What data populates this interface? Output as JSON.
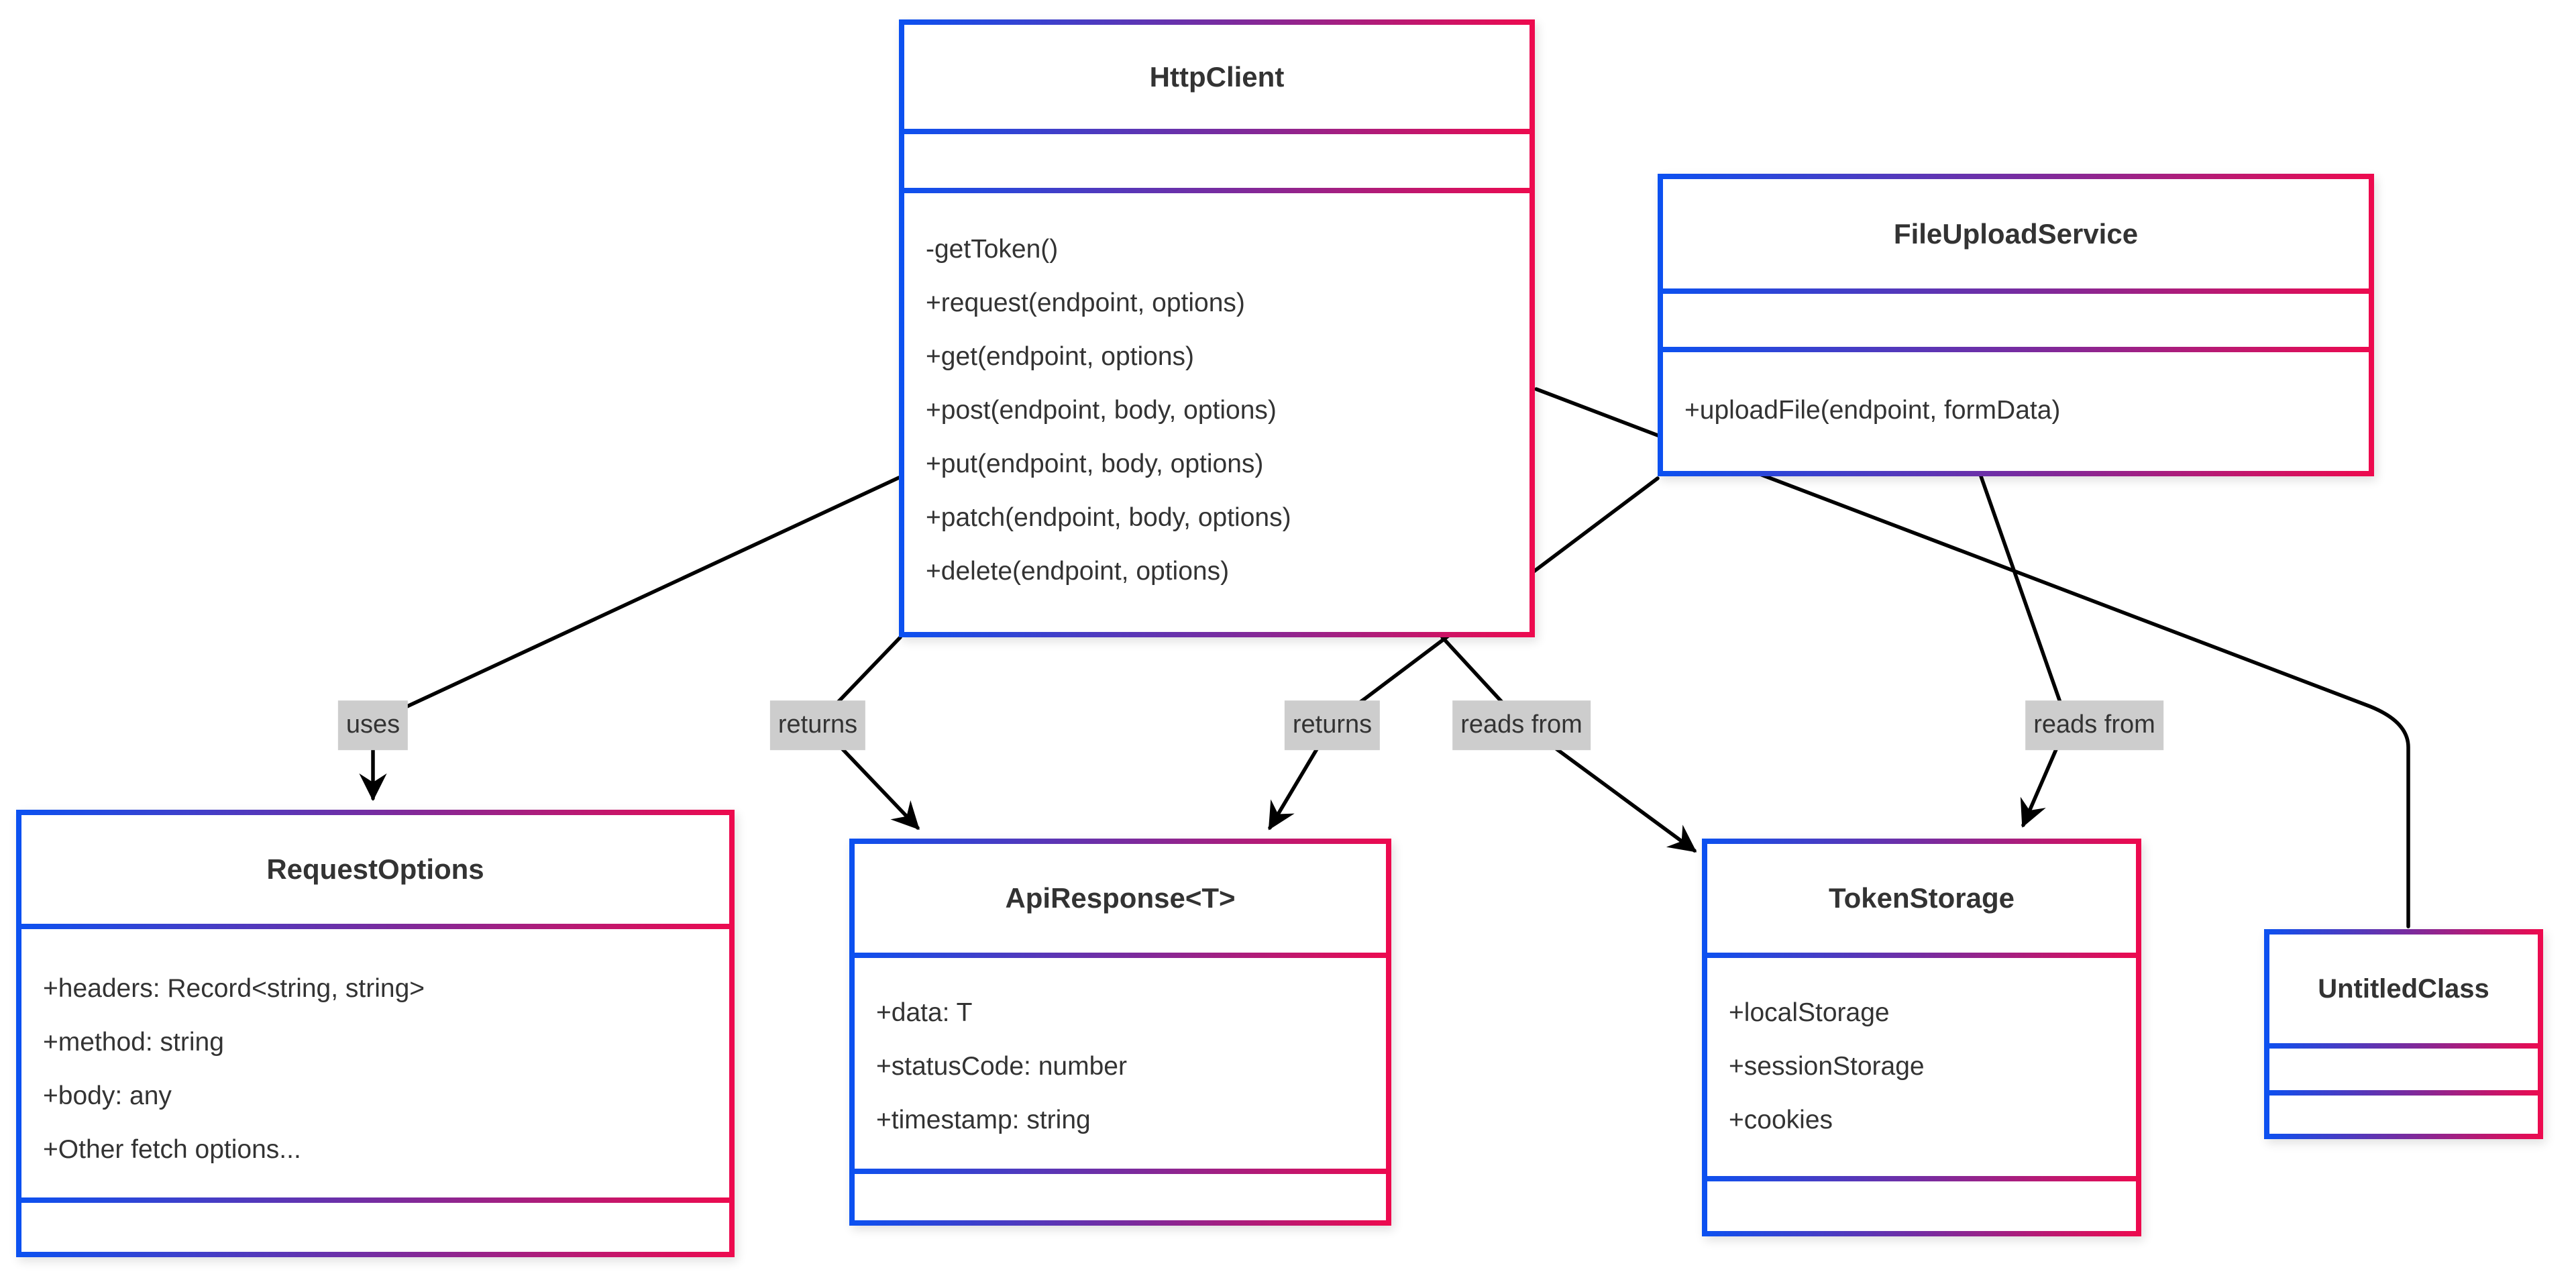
{
  "diagram": {
    "type": "uml-class-diagram",
    "classes": [
      {
        "name": "HttpClient",
        "attributes": [],
        "methods": [
          "-getToken()",
          "+request(endpoint, options)",
          "+get(endpoint, options)",
          "+post(endpoint, body, options)",
          "+put(endpoint, body, options)",
          "+patch(endpoint, body, options)",
          "+delete(endpoint, options)"
        ]
      },
      {
        "name": "FileUploadService",
        "attributes": [],
        "methods": [
          "+uploadFile(endpoint, formData)"
        ]
      },
      {
        "name": "RequestOptions",
        "attributes": [
          "+headers: Record<string, string>",
          "+method: string",
          "+body: any",
          "+Other fetch options..."
        ],
        "methods": []
      },
      {
        "name": "ApiResponse<T>",
        "attributes": [
          "+data: T",
          "+statusCode: number",
          "+timestamp: string"
        ],
        "methods": []
      },
      {
        "name": "TokenStorage",
        "attributes": [
          "+localStorage",
          "+sessionStorage",
          "+cookies"
        ],
        "methods": []
      },
      {
        "name": "UntitledClass",
        "attributes": [],
        "methods": []
      }
    ],
    "edges": [
      {
        "from": "HttpClient",
        "to": "RequestOptions",
        "label": "uses"
      },
      {
        "from": "HttpClient",
        "to": "ApiResponse<T>",
        "label": "returns"
      },
      {
        "from": "FileUploadService",
        "to": "ApiResponse<T>",
        "label": "returns"
      },
      {
        "from": "HttpClient",
        "to": "TokenStorage",
        "label": "reads from"
      },
      {
        "from": "FileUploadService",
        "to": "TokenStorage",
        "label": "reads from"
      },
      {
        "from": "HttpClient",
        "to": "UntitledClass",
        "label": ""
      }
    ],
    "colors": {
      "border_gradient_start": "#0b51f1",
      "border_gradient_mid": "#7a2b9e",
      "border_gradient_end": "#ee0a4e",
      "edge_label_background": "#cdcdcd",
      "text": "#333333",
      "line": "#000000",
      "background": "#ffffff"
    }
  }
}
